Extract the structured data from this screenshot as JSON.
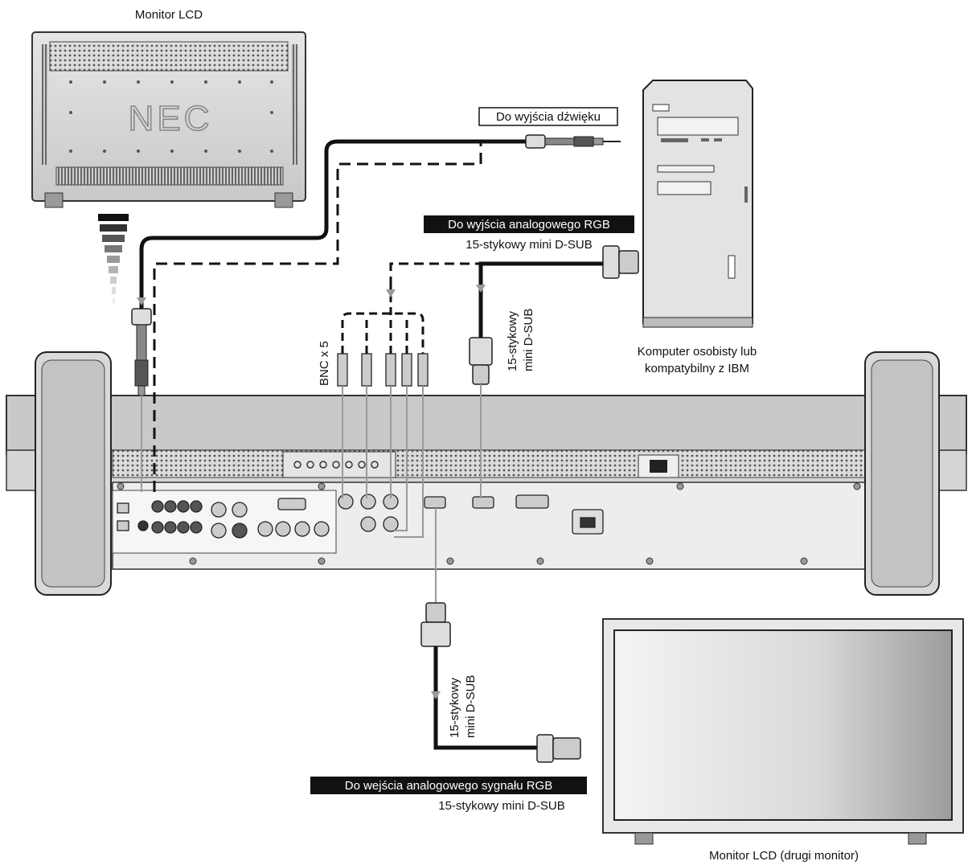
{
  "labels": {
    "top_monitor": "Monitor LCD",
    "brand_logo": "NEC",
    "audio_out": "Do wyjścia dźwięku",
    "rgb_out": "Do wyjścia analogowego RGB",
    "rgb_out_connector": "15-stykowy mini D-SUB",
    "pc_line1": "Komputer osobisty lub",
    "pc_line2": "kompatybilny z IBM",
    "bnc": "BNC x 5",
    "dsub_vertical_line1": "15-stykowy",
    "dsub_vertical_line2": "mini D-SUB",
    "dsub_lower_line1": "15-stykowy",
    "dsub_lower_line2": "mini D-SUB",
    "rgb_in": "Do wejścia analogowego sygnału RGB",
    "rgb_in_connector": "15-stykowy mini D-SUB",
    "second_monitor": "Monitor LCD (drugi monitor)"
  },
  "colors": {
    "cable": "#111111",
    "thin_cable": "#9a9a9a",
    "panel": "#d9d9d9",
    "panel_dark": "#bdbdbd",
    "screen_light": "#f2f2f2",
    "screen_dark": "#9a9a9a",
    "label_bg": "#111111"
  }
}
